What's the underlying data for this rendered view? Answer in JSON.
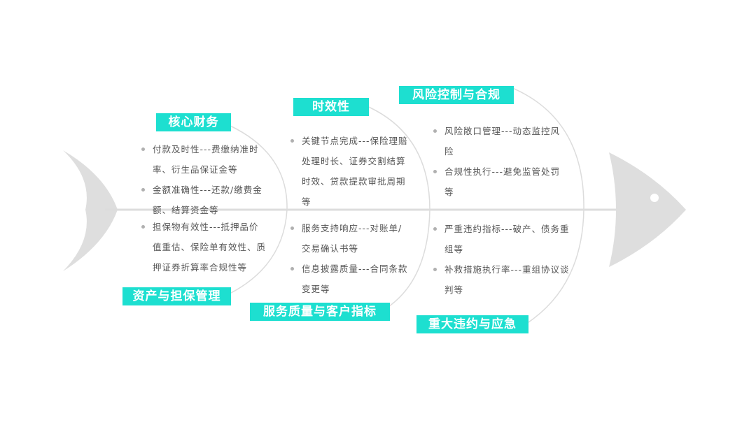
{
  "colors": {
    "accent": "#1ddfd0",
    "spine": "#dcdcdc",
    "fish_body": "#dedede",
    "text": "#555555",
    "bullet": "#b0b0b0"
  },
  "icons": {
    "fish_tail": "fish-tail-shape",
    "fish_head": "fish-head-shape",
    "eye": "fish-eye"
  },
  "categories": {
    "core_finance": {
      "label": "核心财务",
      "items": [
        "付款及时性---费缴纳准时率、衍生品保证金等",
        "金额准确性---还款/缴费金额、结算资金等"
      ]
    },
    "timeliness": {
      "label": "时效性",
      "items": [
        "关键节点完成---保险理赔处理时长、证券交割结算时效、贷款提款审批周期等"
      ]
    },
    "risk_control": {
      "label": "风险控制与合规",
      "items": [
        "风险敞口管理---动态监控风险",
        "合规性执行---避免监管处罚等"
      ]
    },
    "asset_collateral": {
      "label": "资产与担保管理",
      "items": [
        "担保物有效性---抵押品价值重估、保险单有效性、质押证券折算率合规性等"
      ]
    },
    "service_quality": {
      "label": "服务质量与客户指标",
      "items": [
        "服务支持响应---对账单/交易确认书等",
        "信息披露质量---合同条款变更等"
      ]
    },
    "major_breach": {
      "label": "重大违约与应急",
      "items": [
        "严重违约指标---破产、债务重组等",
        "补救措施执行率---重组协议谈判等"
      ]
    }
  }
}
